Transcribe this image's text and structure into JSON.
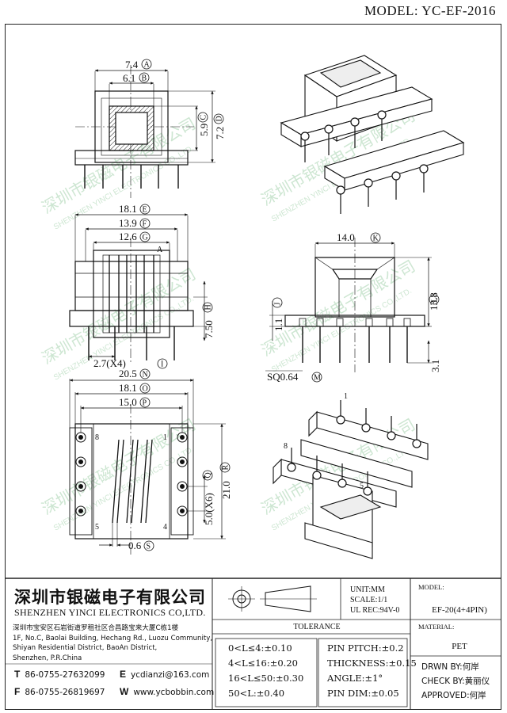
{
  "header": {
    "model_title": "MODEL: YC-EF-2016"
  },
  "views": {
    "top": {
      "dims": {
        "a": "7.4",
        "b": "6.1",
        "c": "5.9",
        "d": "7.2"
      },
      "circles": {
        "a": "A",
        "b": "B",
        "c": "C",
        "d": "D"
      }
    },
    "front": {
      "dims": {
        "e": "18.1",
        "f": "13.9",
        "g": "12.6",
        "h": "7.50",
        "i": "2.7(X4)"
      },
      "circles": {
        "e": "E",
        "f": "F",
        "g": "G",
        "h": "H",
        "i": "I"
      },
      "section_mark": "A"
    },
    "side": {
      "dims": {
        "k": "14.0",
        "l": "13.8",
        "j": "1.1",
        "m": "SQ0.64",
        "n": "3.1"
      },
      "circles": {
        "k": "K",
        "l": "L",
        "j": "J",
        "m": "M"
      }
    },
    "bottom": {
      "dims": {
        "n": "20.5",
        "o": "18.1",
        "p": "15.0",
        "q": "5.0(X6)",
        "r": "21.0",
        "s": "0.6"
      },
      "circles": {
        "n": "N",
        "o": "O",
        "p": "P",
        "q": "Q",
        "r": "R",
        "s": "S"
      },
      "pins": {
        "p8": "8",
        "p1": "1",
        "p5": "5",
        "p4": "4"
      }
    },
    "iso_bottom": {
      "pins": {
        "p1": "1",
        "p8": "8",
        "p5": "5"
      }
    }
  },
  "watermark": {
    "cn": "深圳市银磁电子有限公司",
    "en": "SHENZHEN YINCI ELECTRONICS CO.,LTD."
  },
  "title_block": {
    "company_cn": "深圳市银磁电子有限公司",
    "company_en": "SHENZHEN YINCI ELECTRONICS CO,LTD.",
    "address_cn": "深圳市宝安区石岩街道罗租社区合昌路宝来大厦C栋1楼",
    "address_en": [
      "1F, No.C, Baolai Building, Hechang Rd., Luozu Community,",
      "Shiyan Residential District, BaoAn District,",
      "Shenzhen, P.R.China"
    ],
    "tel_label": "T",
    "tel": "86-0755-27632099",
    "fax_label": "F",
    "fax": "86-0755-26819697",
    "email_label": "E",
    "email": "ycdianzi@163.com",
    "web_label": "W",
    "web": "www.ycbobbin.com",
    "unit": "UNIT:MM",
    "scale": "SCALE:1/1",
    "ul": "UL REC:94V-0",
    "model_label": "MODEL:",
    "model_value": "EF-20(4+4PIN)",
    "material_label": "MATERIAL:",
    "material_value": "PET",
    "tolerance_title": "TOLERANCE",
    "tolerances_left": [
      "0<L≤4:±0.10",
      "4<L≤16:±0.20",
      "16<L≤50:±0.30",
      "50<L:±0.40"
    ],
    "tolerances_right": [
      "PIN PITCH:±0.2",
      "THICKNESS:±0.15",
      "ANGLE:±1°",
      "PIN DIM:±0.05"
    ],
    "drawn": "DRWN BY:何岸",
    "check": "CHECK BY:黄丽仪",
    "approved": "APPROVED:何岸"
  }
}
